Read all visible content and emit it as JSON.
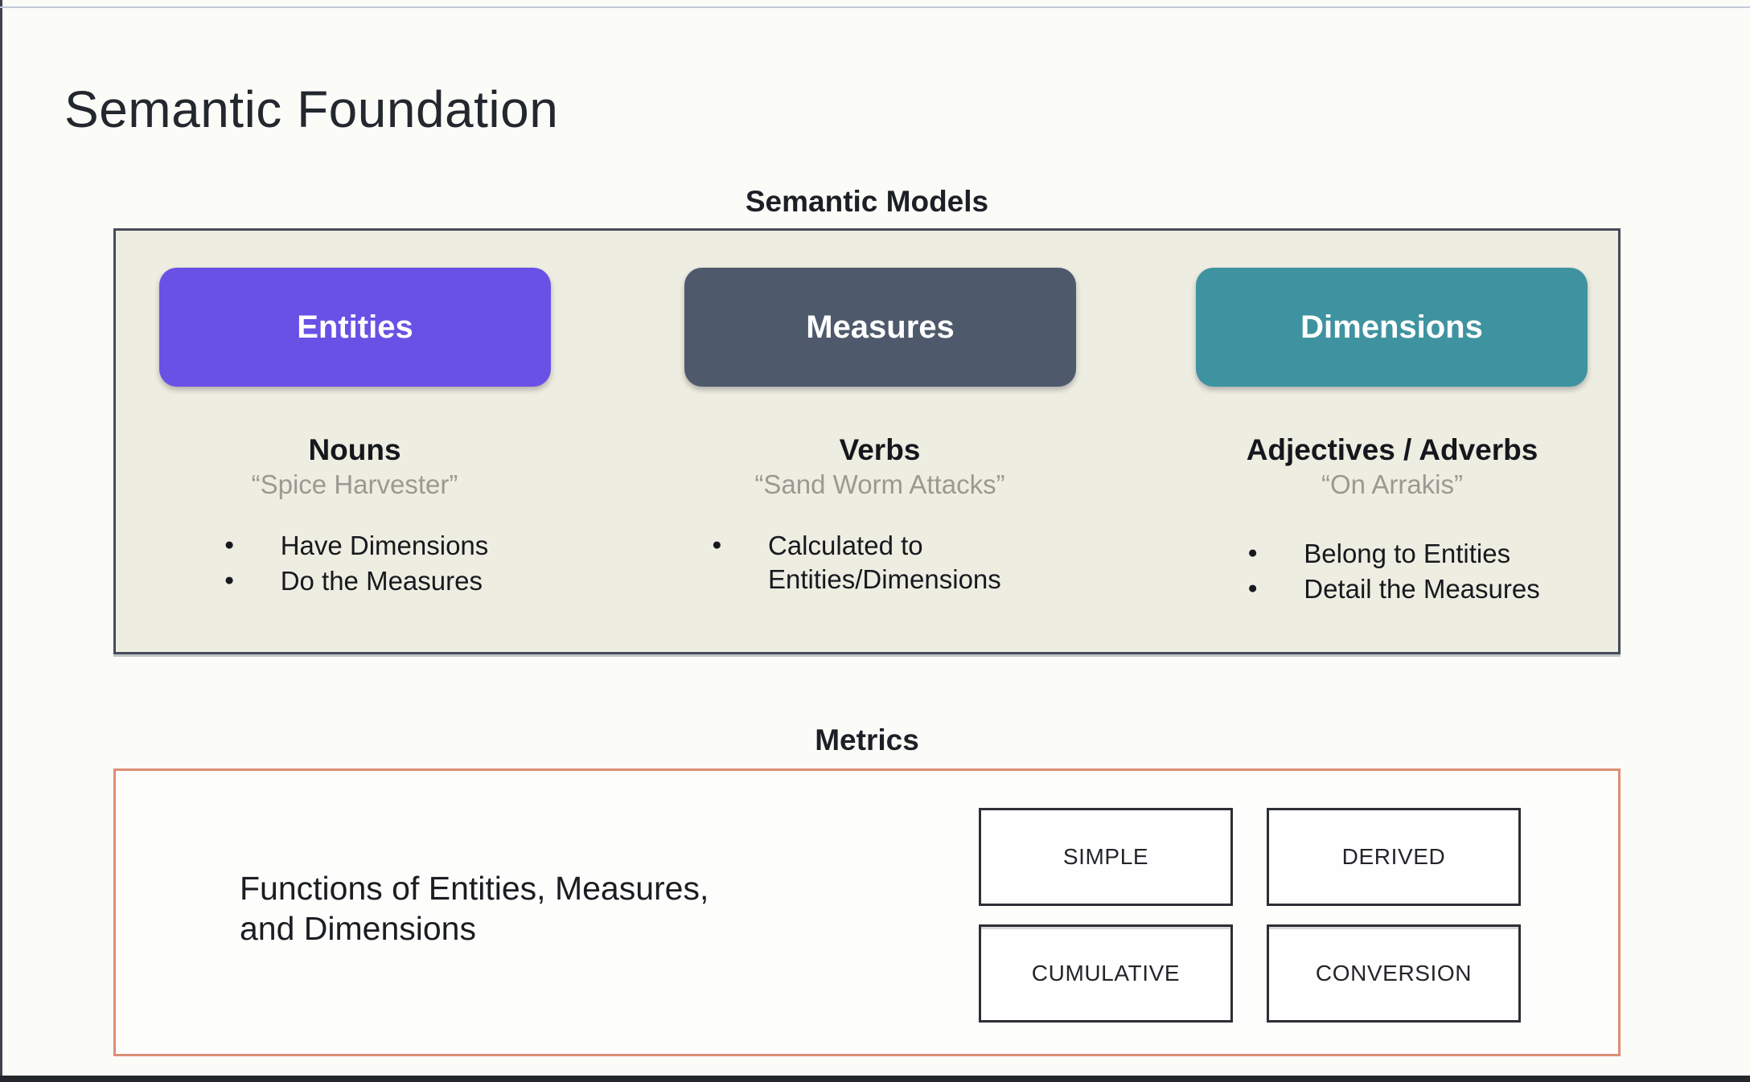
{
  "page": {
    "title": "Semantic Foundation"
  },
  "colors": {
    "entities_pill": "#6951E6",
    "measures_pill": "#4E5A6C",
    "dimensions_pill": "#3F93A0",
    "models_panel_background": "#EEEDE1",
    "models_panel_border": "#454C58",
    "metrics_panel_border": "#DC8E75"
  },
  "semantic_models": {
    "heading": "Semantic Models",
    "columns": [
      {
        "label": "Entities",
        "part_of_speech": "Nouns",
        "example": "“Spice Harvester”",
        "bullets": [
          "Have Dimensions",
          "Do the Measures"
        ]
      },
      {
        "label": "Measures",
        "part_of_speech": "Verbs",
        "example": "“Sand Worm Attacks”",
        "bullets": [
          "Calculated to Entities/Dimensions"
        ]
      },
      {
        "label": "Dimensions",
        "part_of_speech": "Adjectives / Adverbs",
        "example": "“On Arrakis”",
        "bullets": [
          "Belong to Entities",
          "Detail the Measures"
        ]
      }
    ]
  },
  "metrics": {
    "heading": "Metrics",
    "description_lines": [
      "Functions of Entities, Measures,",
      "and Dimensions"
    ],
    "types": [
      "SIMPLE",
      "DERIVED",
      "CUMULATIVE",
      "CONVERSION"
    ]
  }
}
